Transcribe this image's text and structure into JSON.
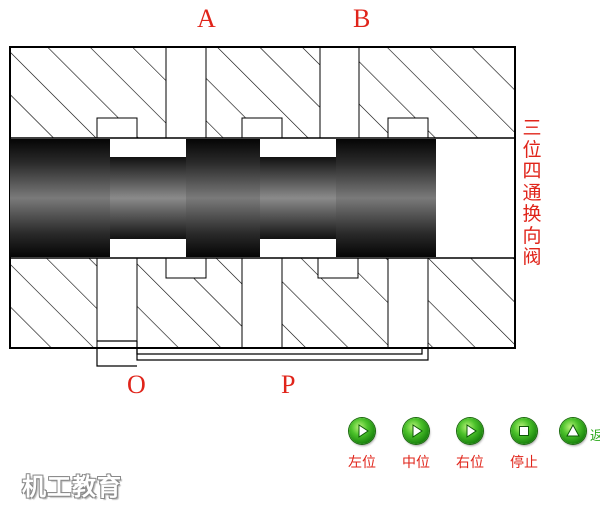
{
  "ports": {
    "a": "A",
    "b": "B",
    "o": "O",
    "p": "P"
  },
  "valve_title": "三位四通换向阀",
  "controls": [
    {
      "label": "左位",
      "icon": "play-right-icon"
    },
    {
      "label": "中位",
      "icon": "play-right-icon"
    },
    {
      "label": "右位",
      "icon": "play-right-icon"
    },
    {
      "label": "停止",
      "icon": "stop-icon"
    },
    {
      "label": "",
      "icon": "play-up-icon"
    }
  ],
  "clipped_label": "返",
  "logo": "机工教育",
  "colors": {
    "accent": "#e0241a",
    "button_green": "#2fa81a",
    "hatch": "#000000"
  }
}
